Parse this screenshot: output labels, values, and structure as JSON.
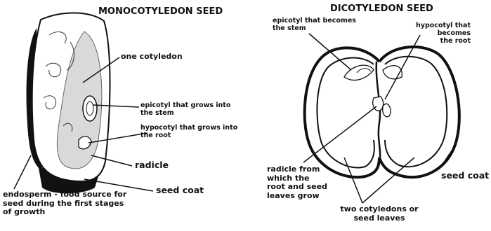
{
  "monocot": {
    "title": "MONOCOTYLEDON SEED",
    "labels": {
      "one_cotyledon": "one cotyledon",
      "epicotyl": "epicotyl that grows into\nthe stem",
      "hypocotyl": "hypocotyl that grows into\nthe root",
      "radicle": "radicle",
      "seed_coat": "seed coat",
      "endosperm": "endosperm - food source for\nseed during the first stages\nof growth"
    }
  },
  "dicot": {
    "title": "DICOTYLEDON SEED",
    "labels": {
      "epicotyl": "epicotyl that becomes\nthe stem",
      "hypocotyl": "hypocotyl that\nbecomes\nthe root",
      "radicle": "radicle from\nwhich the\nroot and seed\nleaves grow",
      "seed_coat": "seed coat",
      "cotyledons": "two cotyledons or\nseed leaves"
    }
  },
  "colors": {
    "outline": "#111111",
    "cotyledon_fill": "#d9d9d9",
    "seed_body": "#ffffff"
  }
}
